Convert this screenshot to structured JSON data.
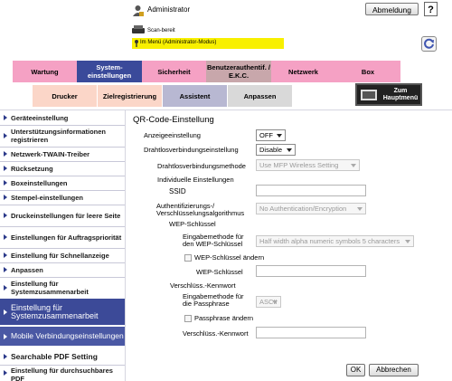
{
  "header": {
    "user_label": "Administrator",
    "logout_label": "Abmeldung",
    "help_label": "?",
    "status_text": "Scan-bereit",
    "mode_text": "Im Menü (Administrator-Modus)"
  },
  "tabs_row1": [
    {
      "label": "Wartung",
      "color": "#f5a1c4"
    },
    {
      "label": "System-\neinstellungen",
      "color": "#3a4a9a",
      "text_color": "#ffffff"
    },
    {
      "label": "Sicherheit",
      "color": "#f5a1c4"
    },
    {
      "label": "Benutzerauthentif. /\nE.K.C.",
      "color": "#c8a7ab"
    },
    {
      "label": "Netzwerk",
      "color": "#f5a1c4"
    },
    {
      "label": "Box",
      "color": "#f5a1c4"
    }
  ],
  "tabs_row2": [
    {
      "label": "Drucker",
      "color": "#fbd6c8"
    },
    {
      "label": "Zielregistrierung",
      "color": "#fbd6c8"
    },
    {
      "label": "Assistent",
      "color": "#b8b8d2"
    },
    {
      "label": "Anpassen",
      "color": "#d9d9d9"
    }
  ],
  "main_menu_label": "Zum\nHauptmenü",
  "sidebar": {
    "items": [
      "Geräteeinstellung",
      "Unterstützungsinformationen registrieren",
      "Netzwerk-TWAIN-Treiber",
      "Rücksetzung",
      "Boxeinstellungen",
      "Stempel-einstellungen",
      "Druckeinstellungen für leere Seite",
      "Einstellungen für Auftragspriorität",
      "Einstellung für Schnellanzeige",
      "Anpassen",
      "Einstellung für Systemzusammenarbeit"
    ],
    "sub_items": [
      "Einstellung für Systemzusammenarbeit",
      "Mobile Verbindungseinstellungen"
    ],
    "bottom_items": [
      "Searchable PDF Setting",
      "Einstellung für durchsuchbares PDF"
    ]
  },
  "form": {
    "title": "QR-Code-Einstellung",
    "display_setting_label": "Anzeigeeinstellung",
    "display_setting_value": "OFF",
    "wireless_setting_label": "Drahtlosverbindungseinstellung",
    "wireless_setting_value": "Disable",
    "wireless_method_label": "Drahtlosverbindungsmethode",
    "wireless_method_value": "Use MFP Wireless Setting",
    "individual_label": "Individuelle Einstellungen",
    "ssid_label": "SSID",
    "auth_label": "Authentifizierungs-/ Verschlüsselungsalgorithmus",
    "auth_value": "No Authentication/Encryption",
    "wep_key_label": "WEP-Schlüssel",
    "wep_input_method_label": "Eingabemethode für den WEP-Schlüssel",
    "wep_input_method_value": "Half width alpha numeric symbols 5 characters",
    "wep_change_label": "WEP-Schlüssel ändern",
    "wep_key_field_label": "WEP-Schlüssel",
    "passphrase_label": "Verschlüss.-Kennwort",
    "passphrase_input_method_label": "Eingabemethode für die Passphrase",
    "passphrase_input_method_value": "ASCII",
    "passphrase_change_label": "Passphrase ändern",
    "passphrase_field_label": "Verschlüss.-Kennwort",
    "ok_label": "OK",
    "cancel_label": "Abbrechen"
  }
}
